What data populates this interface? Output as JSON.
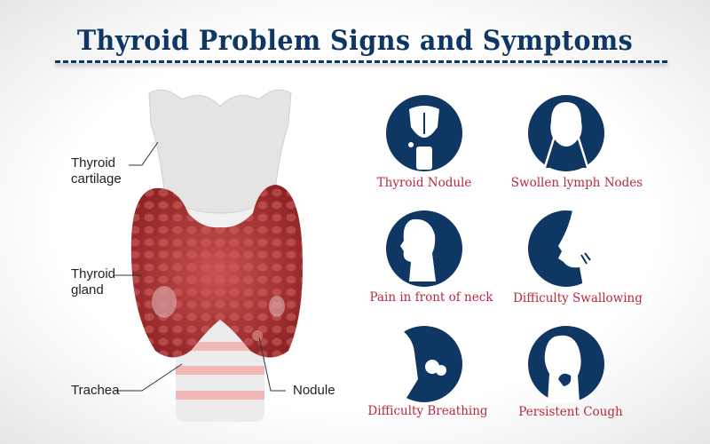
{
  "title": "Thyroid Problem Signs and Symptoms",
  "colors": {
    "navy": "#0f3764",
    "label_red": "#b8283e",
    "gland_red": "#b23a3a",
    "cartilage": "#e4e4e4"
  },
  "anatomy_labels": {
    "thyroid_cartilage": [
      "Thyroid",
      "cartilage"
    ],
    "thyroid_gland": [
      "Thyroid",
      "gland"
    ],
    "trachea": "Trachea",
    "nodule": "Nodule"
  },
  "symptoms": [
    {
      "label": "Thyroid Nodule",
      "icon": "thyroid-nodule-icon"
    },
    {
      "label": "Swollen lymph Nodes",
      "icon": "swollen-lymph-nodes-icon"
    },
    {
      "label": "Pain in front of neck",
      "icon": "neck-pain-icon"
    },
    {
      "label": "Difficulty Swallowing",
      "icon": "swallowing-icon"
    },
    {
      "label": "Difficulty Breathing",
      "icon": "breathing-icon"
    },
    {
      "label": "Persistent Cough",
      "icon": "cough-icon"
    }
  ]
}
